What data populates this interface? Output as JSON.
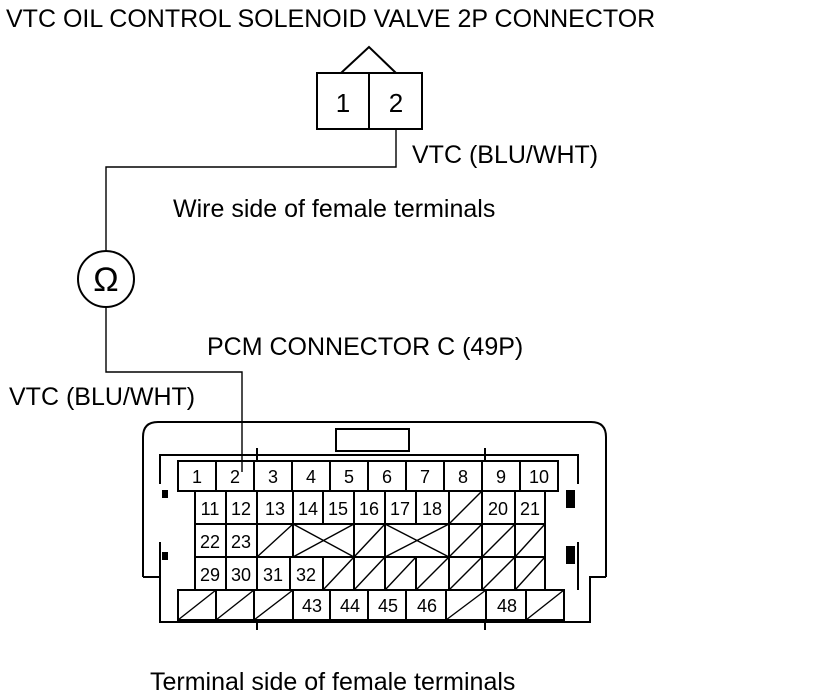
{
  "solenoid_connector": {
    "title": "VTC OIL CONTROL SOLENOID VALVE 2P CONNECTOR",
    "pins": [
      "1",
      "2"
    ],
    "wire_label": "VTC (BLU/WHT)",
    "view_caption": "Wire side of female terminals"
  },
  "meter": {
    "symbol": "Ω",
    "icon": "ohmmeter-icon"
  },
  "pcm_connector": {
    "title": "PCM CONNECTOR C (49P)",
    "wire_label": "VTC (BLU/WHT)",
    "view_caption": "Terminal side of female terminals",
    "row1": [
      "1",
      "2",
      "3",
      "4",
      "5",
      "6",
      "7",
      "8",
      "9",
      "10"
    ],
    "row2": [
      "11",
      "12",
      "13",
      "14",
      "15",
      "16",
      "17",
      "18",
      "",
      "20",
      "21"
    ],
    "row3": [
      "22",
      "23"
    ],
    "row4": [
      "29",
      "30",
      "31",
      "32"
    ],
    "row5": [
      "",
      "",
      "",
      "43",
      "44",
      "45",
      "46",
      "",
      "48",
      ""
    ]
  }
}
